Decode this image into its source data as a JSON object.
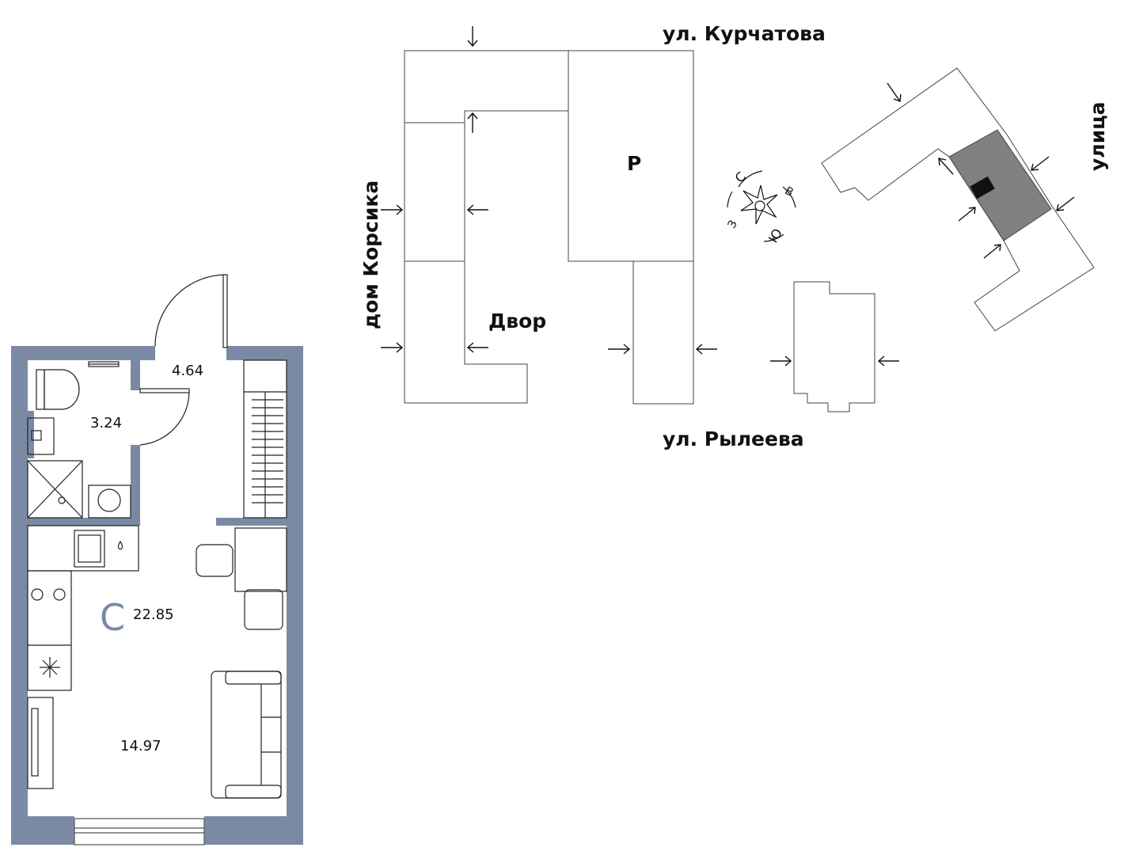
{
  "plan": {
    "rooms": {
      "hall_area": "4.64",
      "bathroom_area": "3.24",
      "total_area": "22.85",
      "living_area": "14.97"
    },
    "studio_letter": "С"
  },
  "site": {
    "streets": {
      "north": "ул. Курчатова",
      "south": "ул. Рылеева",
      "west": "дом Корсика",
      "east": "улица"
    },
    "labels": {
      "courtyard": "Двор",
      "parking": "Р"
    },
    "compass": {
      "north": "С",
      "east": "В",
      "south": "Ю",
      "west": "З"
    }
  },
  "colors": {
    "wall": "#7a8aa5",
    "highlight": "#808080",
    "ink": "#111111"
  }
}
